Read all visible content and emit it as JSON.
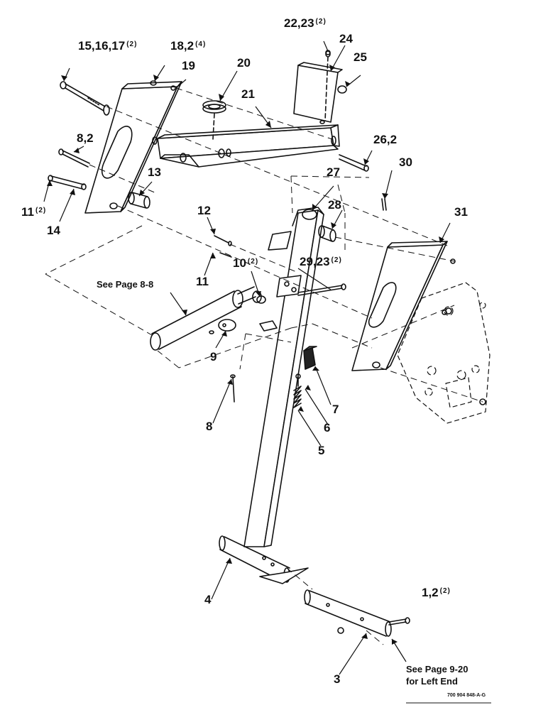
{
  "callouts": {
    "c_1_2": {
      "text": "1,2",
      "qty": "(2)"
    },
    "c_3": {
      "text": "3"
    },
    "c_4": {
      "text": "4"
    },
    "c_5": {
      "text": "5"
    },
    "c_6": {
      "text": "6"
    },
    "c_7": {
      "text": "7"
    },
    "c_8_left": {
      "text": "8"
    },
    "c_8_2": {
      "text": "8,2"
    },
    "c_9": {
      "text": "9"
    },
    "c_10": {
      "text": "10",
      "qty": "(2)"
    },
    "c_11_left": {
      "text": "11",
      "qty": "(2)"
    },
    "c_11": {
      "text": "11"
    },
    "c_12": {
      "text": "12"
    },
    "c_13": {
      "text": "13"
    },
    "c_14": {
      "text": "14"
    },
    "c_15_16_17": {
      "text": "15,16,17",
      "qty": "(2)"
    },
    "c_18_2": {
      "text": "18,2",
      "qty": "(4)"
    },
    "c_19": {
      "text": "19"
    },
    "c_20": {
      "text": "20"
    },
    "c_21": {
      "text": "21"
    },
    "c_22_23": {
      "text": "22,23",
      "qty": "(2)"
    },
    "c_24": {
      "text": "24"
    },
    "c_25": {
      "text": "25"
    },
    "c_26_2": {
      "text": "26,2"
    },
    "c_27": {
      "text": "27"
    },
    "c_28": {
      "text": "28"
    },
    "c_29_23": {
      "text": "29,23",
      "qty": "(2)"
    },
    "c_30": {
      "text": "30"
    },
    "c_31": {
      "text": "31"
    }
  },
  "references": {
    "see_page_8_8": "See Page 8-8",
    "see_page_9_20": "See Page 9-20",
    "for_left_end": "for Left End"
  },
  "document_id": "700 904 848-A-G"
}
